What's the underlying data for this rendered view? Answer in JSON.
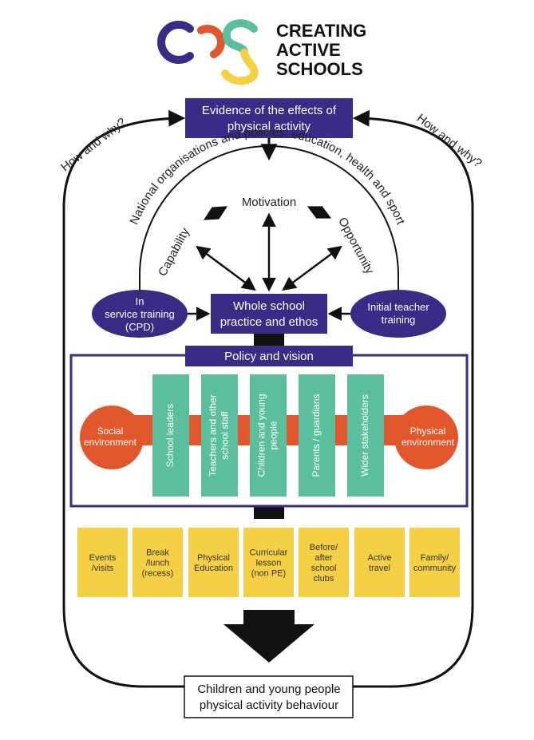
{
  "logo": {
    "line1": "CREATING",
    "line2": "ACTIVE",
    "line3": "SCHOOLS",
    "colors": {
      "purple": "#3b2a86",
      "orange": "#e2562c",
      "teal": "#5bbf9f",
      "yellow": "#f5cf44"
    }
  },
  "evidence": {
    "line1": "Evidence of the effects of",
    "line2": "physical activity"
  },
  "how_why_left": "How and why?",
  "how_why_right": "How and why?",
  "national_arc": "National organisations and policies: education, health and sport",
  "cmo": {
    "capability": "Capability",
    "motivation": "Motivation",
    "opportunity": "Opportunity"
  },
  "in_service": {
    "line1": "In",
    "line2": "service training",
    "line3": "(CPD)"
  },
  "initial_teacher": {
    "line1": "Initial teacher",
    "line2": "training"
  },
  "whole_school": {
    "line1": "Whole school",
    "line2": "practice and ethos"
  },
  "policy_vision": "Policy and vision",
  "social_env": {
    "line1": "Social",
    "line2": "environment"
  },
  "physical_env": {
    "line1": "Physical",
    "line2": "environment"
  },
  "stakeholders": [
    {
      "lines": [
        "School leaders"
      ]
    },
    {
      "lines": [
        "Teachers and other",
        "school staff"
      ]
    },
    {
      "lines": [
        "Children and young",
        "people"
      ]
    },
    {
      "lines": [
        "Parents / guardians"
      ]
    },
    {
      "lines": [
        "Wider stakeholders"
      ]
    }
  ],
  "opportunities": [
    {
      "lines": [
        "Events",
        "/visits"
      ]
    },
    {
      "lines": [
        "Break",
        "/lunch",
        "(recess)"
      ]
    },
    {
      "lines": [
        "Physical",
        "Education"
      ]
    },
    {
      "lines": [
        "Curricular",
        "lesson",
        "(non PE)"
      ]
    },
    {
      "lines": [
        "Before/",
        "after",
        "school",
        "clubs"
      ]
    },
    {
      "lines": [
        "Active",
        "travel"
      ]
    },
    {
      "lines": [
        "Family/",
        "community"
      ]
    }
  ],
  "outcome": {
    "line1": "Children and young people",
    "line2": "physical activity behaviour"
  },
  "colors": {
    "purple": "#3b2a86",
    "orange": "#e2562c",
    "teal": "#5bbf9f",
    "yellow": "#f5cf44",
    "black": "#111111"
  }
}
